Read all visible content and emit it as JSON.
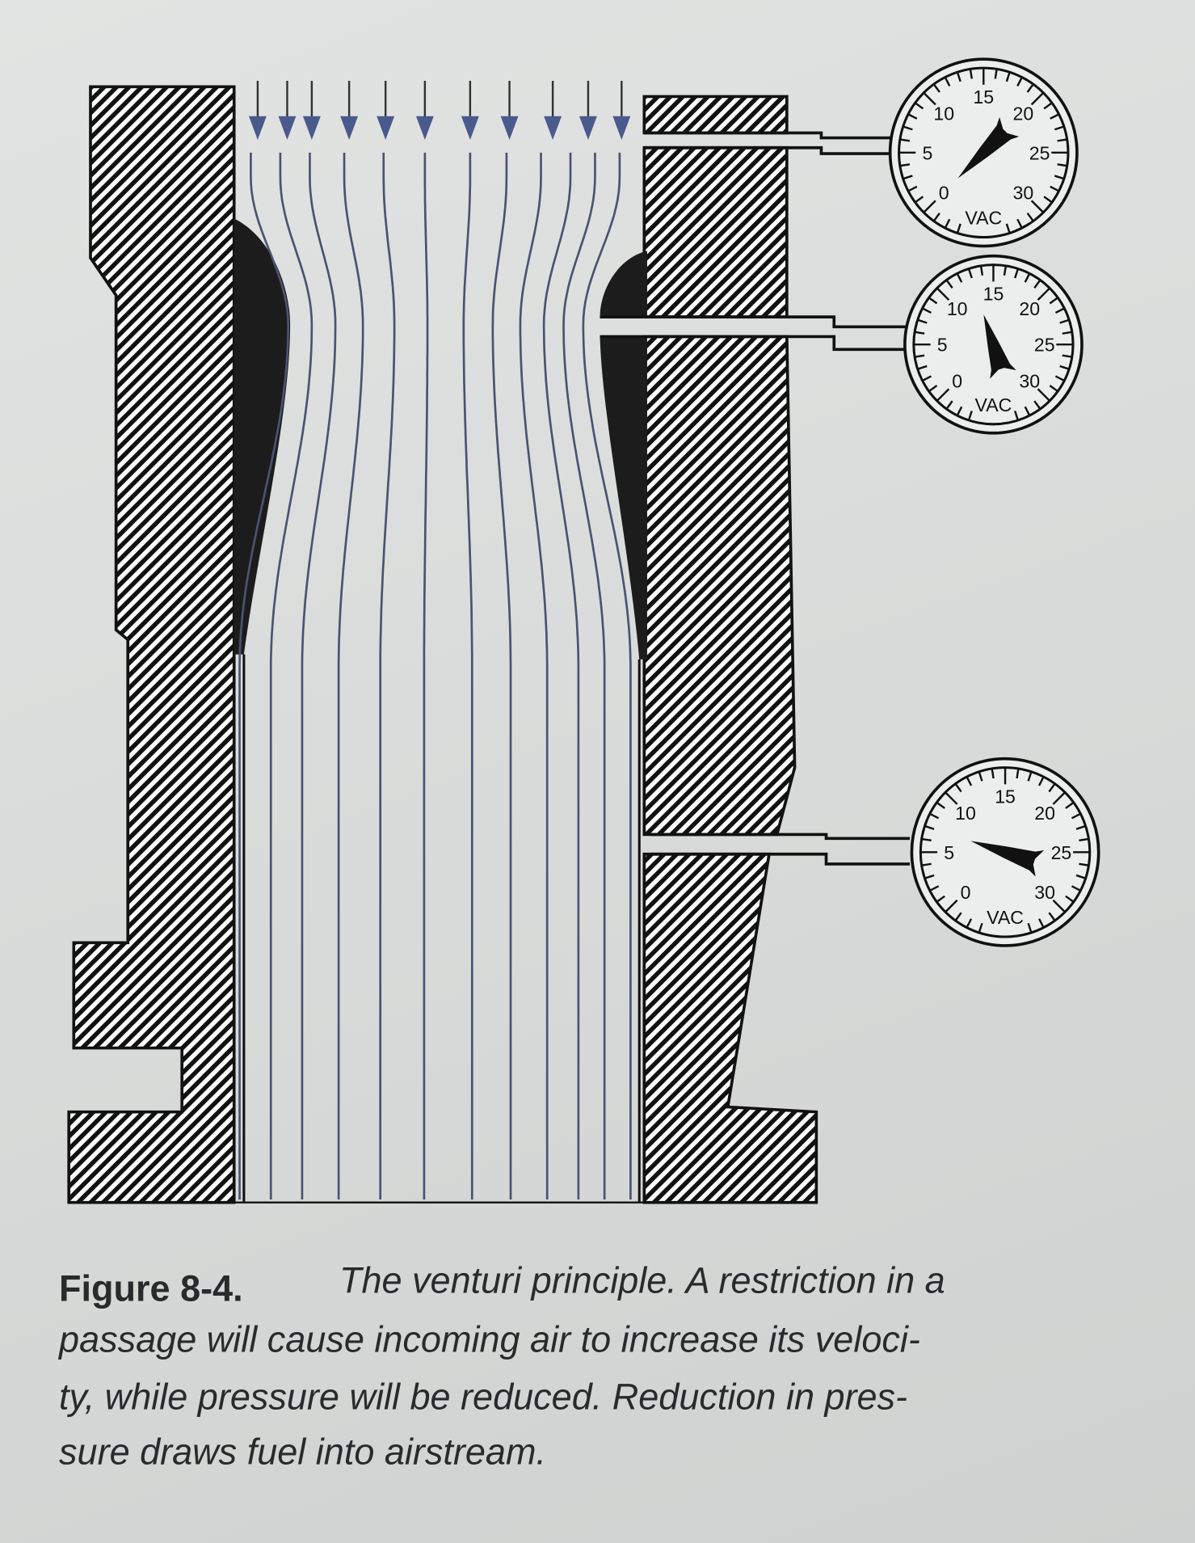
{
  "figure": {
    "gauges": [
      {
        "unit": "VAC",
        "scale_labels": [
          "0",
          "5",
          "10",
          "15",
          "20",
          "25",
          "30"
        ],
        "reading": 0
      },
      {
        "unit": "VAC",
        "scale_labels": [
          "0",
          "5",
          "10",
          "15",
          "20",
          "25",
          "30"
        ],
        "reading": 13
      },
      {
        "unit": "VAC",
        "scale_labels": [
          "0",
          "5",
          "10",
          "15",
          "20",
          "25",
          "30"
        ],
        "reading": 7
      }
    ],
    "airflow_arrow_count": 11,
    "colors": {
      "hatch": "#111111",
      "streamline": "#4b5370",
      "arrow": "#4a5a8c",
      "paper": "#dcdedd"
    }
  },
  "caption": {
    "label": "Figure 8-4.",
    "lines": [
      "The venturi principle. A restriction in a",
      "passage will cause incoming air to increase its veloci-",
      "ty, while pressure will be reduced. Reduction in pres-",
      "sure draws fuel into airstream."
    ]
  }
}
